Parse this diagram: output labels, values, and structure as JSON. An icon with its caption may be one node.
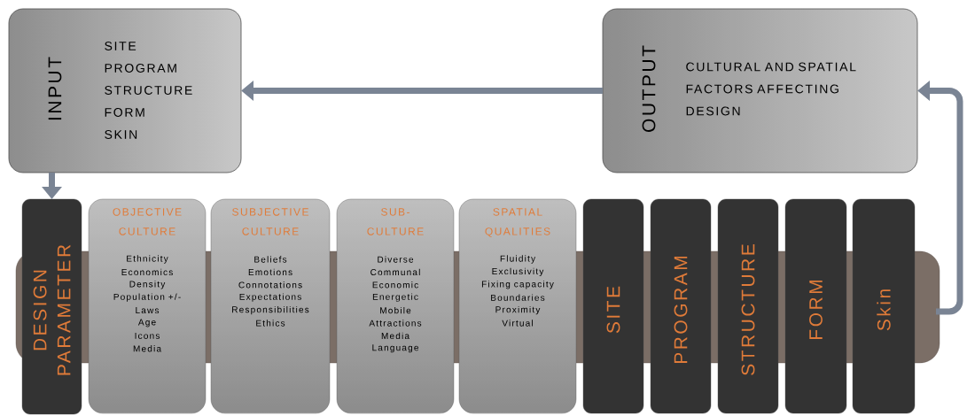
{
  "diagram": {
    "nodes": [
      {
        "text": [
          "INPUT",
          "SITE",
          "PROGRAM",
          "STRUCTURE",
          "FORM",
          "SKIN"
        ]
      },
      {
        "text": [
          "OUTPUT",
          "CULTURAL AND SPATIAL FACTORS AFFECTING DESIGN"
        ]
      },
      {
        "text": [],
        "shape": "bar"
      },
      {
        "text": [
          "DESIGN PARAMETER"
        ]
      },
      {
        "text": [
          "OBJECTIVE CULTURE",
          "Ethnicity",
          "Economics",
          "Density",
          "Population +/-",
          "Laws",
          "Age",
          "Icons",
          "Media"
        ]
      },
      {
        "text": [
          "SUBJECTIVE CULTURE",
          "Beliefs",
          "Emotions",
          "Connotations",
          "Expectations",
          "Responsibilities",
          "Ethics"
        ]
      },
      {
        "text": [
          "SUB-CULTURE",
          "Diverse",
          "Communal",
          "Economic",
          "Energetic",
          "Mobile",
          "Attractions",
          "Media",
          "Language"
        ]
      },
      {
        "text": [
          "SPATIAL QUALITIES",
          "Fluidity",
          "Exclusivity",
          "Fixing capacity",
          "Boundaries",
          "Proximity",
          "Virtual"
        ]
      },
      {
        "text": [
          "SITE"
        ]
      },
      {
        "text": [
          "PROGRAM"
        ]
      },
      {
        "text": [
          "STRUCTURE"
        ]
      },
      {
        "text": [
          "FORM"
        ]
      },
      {
        "text": [
          "Skin"
        ]
      }
    ],
    "edges": [
      {
        "from": 1,
        "to": 0,
        "arrow": "to"
      },
      {
        "from": 0,
        "to": 3,
        "arrow": "to"
      },
      {
        "from": 2,
        "to": 1,
        "arrow": "to"
      }
    ]
  }
}
